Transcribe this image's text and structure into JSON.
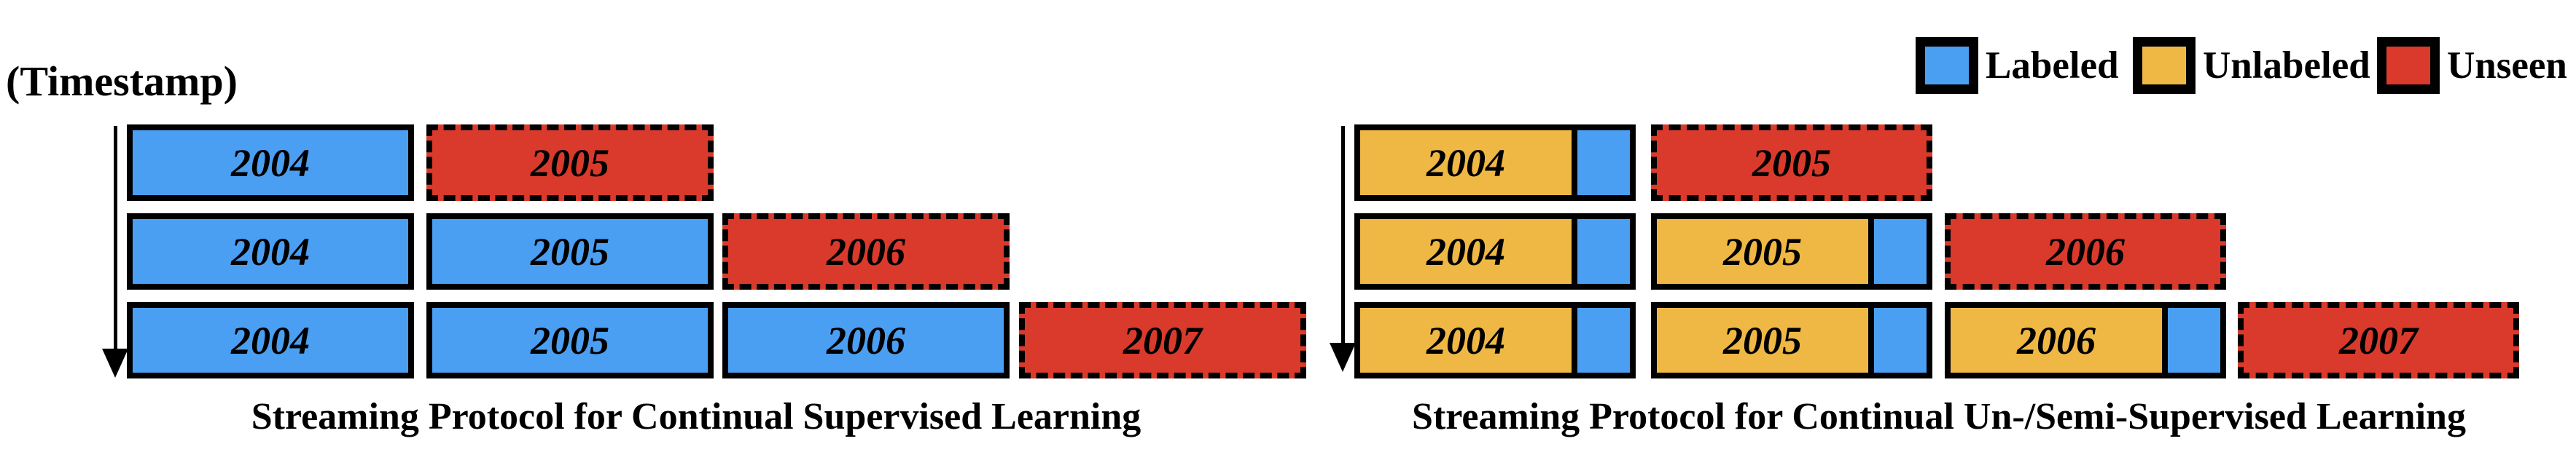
{
  "timestamp_label": "(Timestamp)",
  "colors": {
    "labeled": "#4A9FF3",
    "unlabeled": "#EFB844",
    "unseen": "#D93A2B",
    "outline": "#000000"
  },
  "legend": {
    "items": [
      {
        "id": "labeled",
        "label": "Labeled"
      },
      {
        "id": "unlabeled",
        "label": "Unlabeled"
      },
      {
        "id": "unseen",
        "label": "Unseen"
      }
    ]
  },
  "left_panel": {
    "caption": "Streaming Protocol for Continual Supervised Learning",
    "rows": [
      {
        "boxes": [
          {
            "year": "2004",
            "type": "labeled"
          },
          {
            "year": "2005",
            "type": "unseen"
          }
        ]
      },
      {
        "boxes": [
          {
            "year": "2004",
            "type": "labeled"
          },
          {
            "year": "2005",
            "type": "labeled"
          },
          {
            "year": "2006",
            "type": "unseen"
          }
        ]
      },
      {
        "boxes": [
          {
            "year": "2004",
            "type": "labeled"
          },
          {
            "year": "2005",
            "type": "labeled"
          },
          {
            "year": "2006",
            "type": "labeled"
          },
          {
            "year": "2007",
            "type": "unseen"
          }
        ]
      }
    ]
  },
  "right_panel": {
    "caption": "Streaming Protocol for Continual Un-/Semi-Supervised Learning",
    "rows": [
      {
        "boxes": [
          {
            "year": "2004",
            "type": "semi"
          },
          {
            "year": "2005",
            "type": "unseen"
          }
        ]
      },
      {
        "boxes": [
          {
            "year": "2004",
            "type": "semi"
          },
          {
            "year": "2005",
            "type": "semi"
          },
          {
            "year": "2006",
            "type": "unseen"
          }
        ]
      },
      {
        "boxes": [
          {
            "year": "2004",
            "type": "semi"
          },
          {
            "year": "2005",
            "type": "semi"
          },
          {
            "year": "2006",
            "type": "semi"
          },
          {
            "year": "2007",
            "type": "unseen"
          }
        ]
      }
    ]
  }
}
